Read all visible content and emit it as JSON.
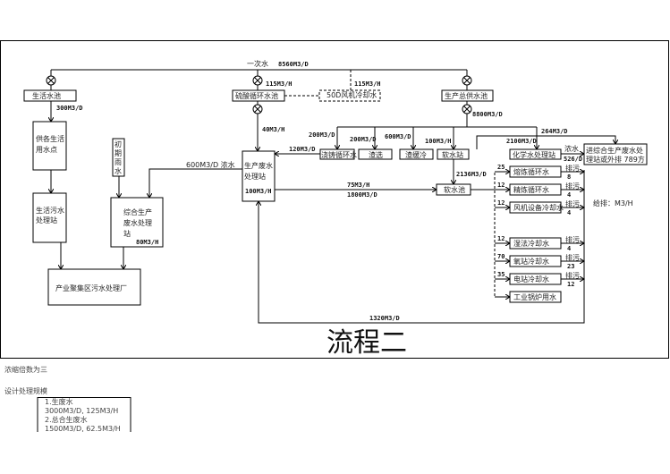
{
  "title": "流程二",
  "top": {
    "source": "一次水",
    "source_flow": "8560M3/D",
    "flow_sulfuric": "115M3/H",
    "flow_fan": "115M3/H",
    "flow_life": "300M3/D",
    "flow_total": "8800M3/D",
    "flow_40": "40M3/H"
  },
  "boxes": {
    "life_pool": "生活水池",
    "sulfuric_pool": "硫酸循环水池",
    "fan_cooling": "50D风机冷却水",
    "total_pool": "生产总供水池",
    "life_points": [
      "供各生活",
      "用水点"
    ],
    "rain": [
      "初",
      "期",
      "雨",
      "水"
    ],
    "casting": "浇铸循环水",
    "slag_sel": "渣选",
    "slag_cool": "渣缓冷",
    "soft_station": "软水站",
    "chem_station": "化学水处理站",
    "to_plant": [
      "进综合生产废水处",
      "理站或外排 789方"
    ],
    "prod_ww": [
      "生产废水",
      "处理站"
    ],
    "prod_ww_cap": "100M3/H",
    "life_ww": [
      "生活污水",
      "处理站"
    ],
    "comp_ww": [
      "综合生产",
      "废水处理",
      "站"
    ],
    "comp_ww_cap": "80M3/H",
    "park_plant": "产业聚集区污水处理厂",
    "soft_pool": "软水池"
  },
  "flows": {
    "casting": "200M3/D",
    "slag_sel": "200M3/D",
    "slag_cool": "600M3/D",
    "soft": "100M3/H",
    "chem": "2100M3/D",
    "to_plant": "264M3/D",
    "return_120": "120M3/D",
    "conc_label": "600M3/D  浓水",
    "soft_pool": "2136M3/D",
    "reuse_h": "75M3/H",
    "reuse_d": "1800M3/D",
    "bottom_return": "1320M3/D",
    "conc": "浓水",
    "conc_flow": "526/D",
    "drain_unit": "给排：M3/H"
  },
  "users": [
    {
      "name": "熔炼循环水",
      "in": "25",
      "out": "8"
    },
    {
      "name": "精炼循环水",
      "in": "12",
      "out": "4"
    },
    {
      "name": "风机设备冷却水",
      "in": "12",
      "out": "4"
    },
    {
      "name": "湿法冷却水",
      "in": "12",
      "out": "4"
    },
    {
      "name": "氧站冷却水",
      "in": "70",
      "out": "23"
    },
    {
      "name": "电站冷却水",
      "in": "35",
      "out": "12"
    },
    {
      "name": "工业锅炉用水",
      "in": "",
      "out": ""
    }
  ],
  "drain_label": "排污",
  "notes": {
    "concentration": "浓缩倍数为三",
    "design_scale": "设计处理规模",
    "scale_lines": [
      "1.生废水",
      "3000M3/D, 125M3/H",
      "2.总合生废水",
      "1500M3/D, 62.5M3/H"
    ]
  }
}
